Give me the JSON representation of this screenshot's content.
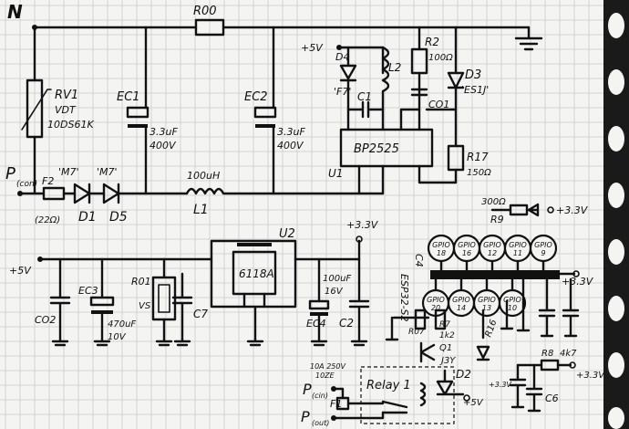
{
  "nodes": {
    "neutral": "N",
    "p_con": "P",
    "p_con_sub": "(con)",
    "p_cin": "P",
    "p_cin_sub": "(cin)",
    "p_out": "P",
    "p_out_sub": "(out)"
  },
  "components": {
    "r00": "R00",
    "rv1": "RV1",
    "rv1_part": "VDT",
    "rv1_code": "10DS61K",
    "ec1": "EC1",
    "ec1_val1": "3.3uF",
    "ec1_val2": "400V",
    "ec2": "EC2",
    "ec2_val1": "3.3uF",
    "ec2_val2": "400V",
    "f2": "F2",
    "f2_val": "(22Ω)",
    "d1": "D1",
    "d1_code": "'M7'",
    "d5": "D5",
    "d5_code": "'M7'",
    "l1": "L1",
    "l1_val": "100uH",
    "d4": "D4",
    "d4_code": "'F7'",
    "l2": "L2",
    "c1": "C1",
    "r2": "R2",
    "r2_val": "100Ω",
    "d3": "D3",
    "d3_code": "'ES1J'",
    "co1": "CO1",
    "u1": "U1",
    "u1_part": "BP2525",
    "r17": "R17",
    "r17_val": "150Ω",
    "u2": "U2",
    "u2_part": "6118A",
    "ec3": "EC3",
    "ec3_val1": "470uF",
    "ec3_val2": "10V",
    "co2": "CO2",
    "r01": "R01",
    "r01_vs": "VS",
    "c7": "C7",
    "ec4": "EC4",
    "ec4_val1": "100uF",
    "ec4_val2": "16V",
    "c2": "C2",
    "r9": "R9",
    "r9_val": "300Ω",
    "esp": "ESP32-S2",
    "c4": "C4",
    "r07": "R07",
    "r7": "R7",
    "r7_val": "1k2",
    "q1": "Q1",
    "q1_part": "J3Y",
    "r16": "R16",
    "d2": "D2",
    "r8": "R8",
    "r8_val": "4k7",
    "c6": "C6",
    "relay": "Relay 1",
    "f1": "F1",
    "f1_val1": "10A 250V",
    "f1_val2": "10ZE"
  },
  "rails": {
    "plus5_top": "+5V",
    "plus5_left": "+5V",
    "plus33_mid": "+3.3V",
    "plus33_r9": "+3.3V",
    "plus33_bus": "+3.3V",
    "plus33_r8": "+3.3V",
    "plus5_d2": "+5V",
    "plus33_r16": "+3.3V"
  },
  "gpio": {
    "top": [
      "GPIO 18",
      "GPIO 16",
      "GPIO 12",
      "GPIO 11",
      "GPIO 9"
    ],
    "bottom": [
      "GPIO 20",
      "GPIO 14",
      "GPIO 13",
      "GPIO 10"
    ]
  }
}
